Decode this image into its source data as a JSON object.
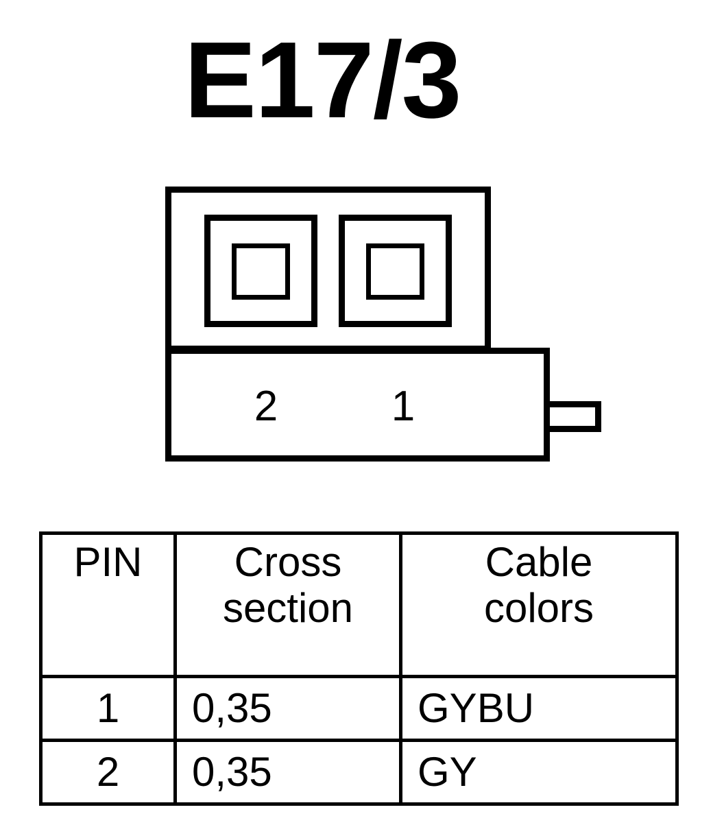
{
  "title": "E17/3",
  "connector": {
    "name": "2-way-connector",
    "description": "two-cavity connector front view with locking tab",
    "cavity_count": 2,
    "pin_labels": [
      "2",
      "1"
    ],
    "stroke_color": "#000000",
    "fill_color": "#ffffff"
  },
  "table": {
    "name": "pinout-table",
    "headers": {
      "pin": [
        "PIN"
      ],
      "cross_section": [
        "Cross",
        "section"
      ],
      "cable_colors": [
        "Cable",
        "colors"
      ]
    },
    "rows": [
      {
        "pin": "1",
        "cross_section": "0,35",
        "cable_colors": "GYBU"
      },
      {
        "pin": "2",
        "cross_section": "0,35",
        "cable_colors": "GY"
      }
    ]
  }
}
